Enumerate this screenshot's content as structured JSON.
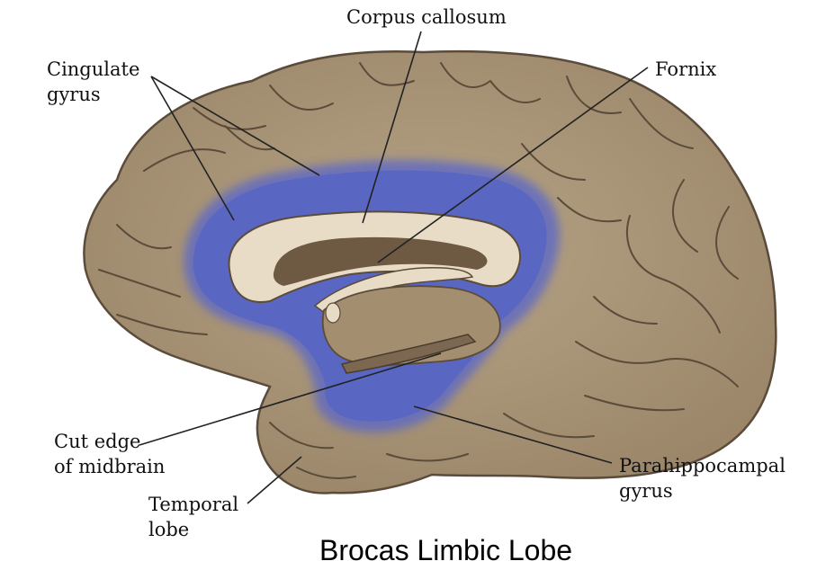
{
  "title": "Brocas Limbic Lobe",
  "labels": {
    "corpus_callosum": "Corpus callosum",
    "cingulate_line1": "Cingulate",
    "cingulate_line2": "gyrus",
    "fornix": "Fornix",
    "cut_edge_line1": "Cut edge",
    "cut_edge_line2": "of midbrain",
    "temporal_line1": "Temporal",
    "temporal_line2": "lobe",
    "parahippo_line1": "Parahippocampal",
    "parahippo_line2": "gyrus"
  },
  "colors": {
    "brain_tissue": "#a89478",
    "sulcus": "#5b4b3a",
    "limbic_highlight": "#5b68c8",
    "corpus_callosum": "#e8dcc6",
    "ventricle": "#6e5a43",
    "leader_line": "#222222"
  }
}
